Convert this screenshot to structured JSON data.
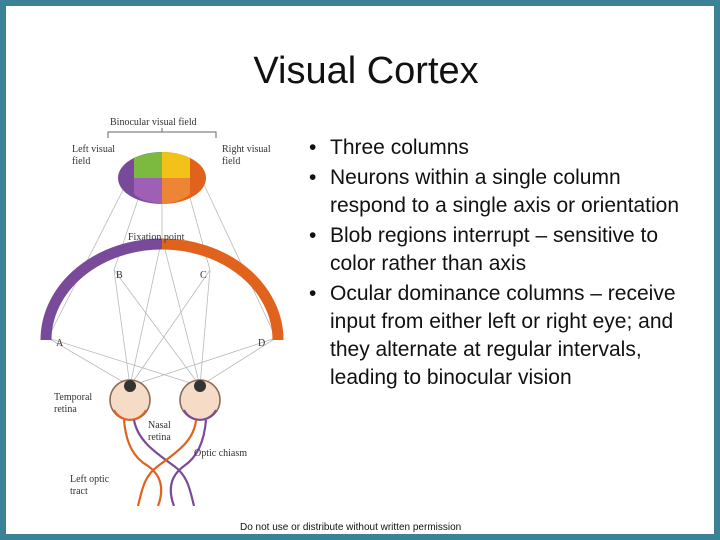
{
  "slide": {
    "title": "Visual Cortex",
    "bullets": [
      "Three columns",
      "Neurons within a single column respond to a single axis or orientation",
      "Blob regions interrupt – sensitive to color rather than axis",
      "Ocular dominance columns – receive input from either left or right eye; and they alternate at regular intervals, leading to binocular vision"
    ],
    "footer": "Do not use or distribute without written permission"
  },
  "diagram": {
    "labels": {
      "binocular_field": "Binocular visual field",
      "left_field_1": "Left visual",
      "left_field_2": "field",
      "right_field_1": "Right visual",
      "right_field_2": "field",
      "fixation_point": "Fixation point",
      "point_a": "A",
      "point_b": "B",
      "point_c": "C",
      "point_d": "D",
      "temporal_1": "Temporal",
      "temporal_2": "retina",
      "nasal_1": "Nasal",
      "nasal_2": "retina",
      "optic_chiasm": "Optic chiasm",
      "left_tract_1": "Left optic",
      "left_tract_2": "tract"
    },
    "colors": {
      "left_field": "#7a4a9a",
      "right_field": "#e0621c",
      "binocular_green": "#7cbf3a",
      "binocular_yellow": "#f2c21a",
      "frame": "#3b8296"
    }
  }
}
